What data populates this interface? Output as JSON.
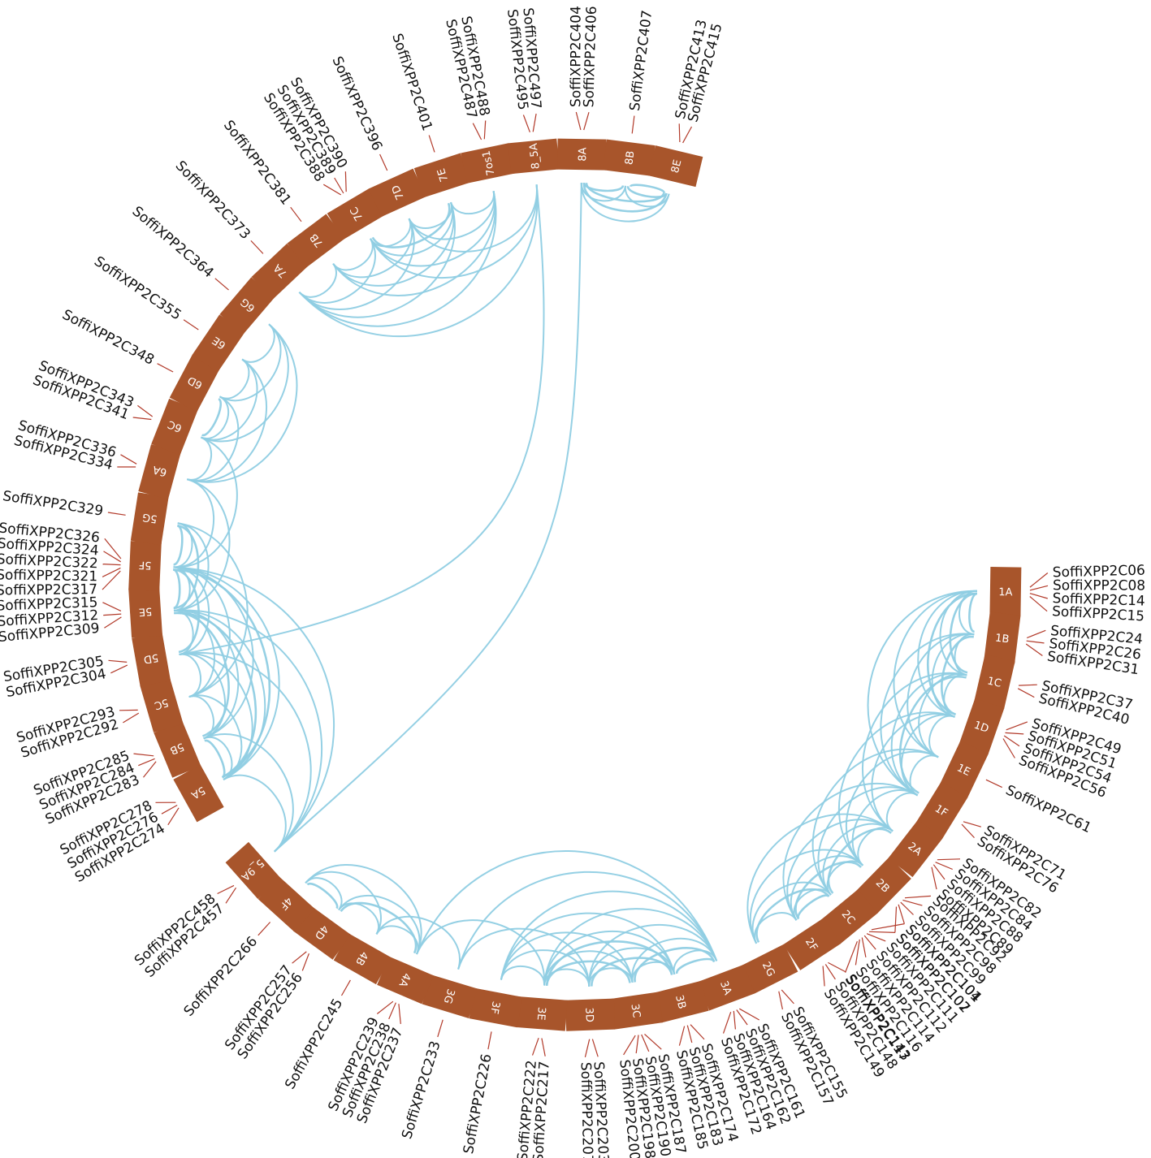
{
  "colors": {
    "block": "#a8552b",
    "link": "#8fcde3",
    "tick": "#b23a2a",
    "block_text": "#ffffff",
    "gene_text": "#111111"
  },
  "chart_data": {
    "type": "circos",
    "chromosomes": [
      {
        "name": "1A",
        "genes": [
          "SoffiXPP2C06",
          "SoffiXPP2C08",
          "SoffiXPP2C14",
          "SoffiXPP2C15"
        ]
      },
      {
        "name": "1B",
        "genes": [
          "SoffiXPP2C24",
          "SoffiXPP2C26",
          "SoffiXPP2C31"
        ]
      },
      {
        "name": "1C",
        "genes": [
          "SoffiXPP2C37",
          "SoffiXPP2C40"
        ]
      },
      {
        "name": "1D",
        "genes": [
          "SoffiXPP2C49",
          "SoffiXPP2C51",
          "SoffiXPP2C54",
          "SoffiXPP2C56"
        ]
      },
      {
        "name": "1E",
        "genes": [
          "SoffiXPP2C61"
        ]
      },
      {
        "name": "1F",
        "genes": [
          "SoffiXPP2C71",
          "SoffiXPP2C76"
        ]
      },
      {
        "name": "2A",
        "genes": [
          "SoffiXPP2C82",
          "SoffiXPP2C84",
          "SoffiXPP2C88",
          "SoffiXPP2C89"
        ]
      },
      {
        "name": "2B",
        "genes": [
          "SoffiXPP2C92",
          "SoffiXPP2C98",
          "SoffiXPP2C99",
          "SoffiXPP2C101",
          "SoffiXPP2C102"
        ]
      },
      {
        "name": "2C",
        "genes": [
          "SoffiXPP2C104",
          "SoffiXPP2C107",
          "SoffiXPP2C111",
          "SoffiXPP2C112",
          "SoffiXPP2C114",
          "SoffiXPP2C116",
          "SoffiXPP2C117"
        ]
      },
      {
        "name": "2F",
        "genes": [
          "SoffiXPP2C143",
          "SoffiXPP2C148",
          "SoffiXPP2C149"
        ]
      },
      {
        "name": "2G",
        "genes": [
          "SoffiXPP2C155",
          "SoffiXPP2C157"
        ]
      },
      {
        "name": "3A",
        "genes": [
          "SoffiXPP2C161",
          "SoffiXPP2C162",
          "SoffiXPP2C164",
          "SoffiXPP2C172"
        ]
      },
      {
        "name": "3B",
        "genes": [
          "SoffiXPP2C174",
          "SoffiXPP2C183",
          "SoffiXPP2C185"
        ]
      },
      {
        "name": "3C",
        "genes": [
          "SoffiXPP2C187",
          "SoffiXPP2C190",
          "SoffiXPP2C198",
          "SoffiXPP2C200"
        ]
      },
      {
        "name": "3D",
        "genes": [
          "SoffiXPP2C203",
          "SoffiXPP2C207"
        ]
      },
      {
        "name": "3E",
        "genes": [
          "SoffiXPP2C217",
          "SoffiXPP2C222"
        ]
      },
      {
        "name": "3F",
        "genes": [
          "SoffiXPP2C226"
        ]
      },
      {
        "name": "3G",
        "genes": [
          "SoffiXPP2C233"
        ]
      },
      {
        "name": "4A",
        "genes": [
          "SoffiXPP2C237",
          "SoffiXPP2C238",
          "SoffiXPP2C239"
        ]
      },
      {
        "name": "4B",
        "genes": [
          "SoffiXPP2C245"
        ]
      },
      {
        "name": "4D",
        "genes": [
          "SoffiXPP2C256",
          "SoffiXPP2C257"
        ]
      },
      {
        "name": "4F",
        "genes": [
          "SoffiXPP2C266"
        ]
      },
      {
        "name": "5_9A",
        "genes": [
          "SoffiXPP2C457",
          "SoffiXPP2C458"
        ]
      },
      {
        "name": "5A",
        "genes": [
          "SoffiXPP2C274",
          "SoffiXPP2C276",
          "SoffiXPP2C278"
        ]
      },
      {
        "name": "5B",
        "genes": [
          "SoffiXPP2C283",
          "SoffiXPP2C284",
          "SoffiXPP2C285"
        ]
      },
      {
        "name": "5C",
        "genes": [
          "SoffiXPP2C292",
          "SoffiXPP2C293"
        ]
      },
      {
        "name": "5D",
        "genes": [
          "SoffiXPP2C304",
          "SoffiXPP2C305"
        ]
      },
      {
        "name": "5E",
        "genes": [
          "SoffiXPP2C309",
          "SoffiXPP2C312",
          "SoffiXPP2C315"
        ]
      },
      {
        "name": "5F",
        "genes": [
          "SoffiXPP2C317",
          "SoffiXPP2C321",
          "SoffiXPP2C322",
          "SoffiXPP2C324",
          "SoffiXPP2C326"
        ]
      },
      {
        "name": "5G",
        "genes": [
          "SoffiXPP2C329"
        ]
      },
      {
        "name": "6A",
        "genes": [
          "SoffiXPP2C334",
          "SoffiXPP2C336"
        ]
      },
      {
        "name": "6C",
        "genes": [
          "SoffiXPP2C341",
          "SoffiXPP2C343"
        ]
      },
      {
        "name": "6D",
        "genes": [
          "SoffiXPP2C348"
        ]
      },
      {
        "name": "6E",
        "genes": [
          "SoffiXPP2C355"
        ]
      },
      {
        "name": "6G",
        "genes": [
          "SoffiXPP2C364"
        ]
      },
      {
        "name": "7A",
        "genes": [
          "SoffiXPP2C373"
        ]
      },
      {
        "name": "7B",
        "genes": [
          "SoffiXPP2C381"
        ]
      },
      {
        "name": "7C",
        "genes": [
          "SoffiXPP2C388",
          "SoffiXPP2C389",
          "SoffiXPP2C390"
        ]
      },
      {
        "name": "7D",
        "genes": [
          "SoffiXPP2C396"
        ]
      },
      {
        "name": "7E",
        "genes": [
          "SoffiXPP2C401"
        ]
      },
      {
        "name": "7os1",
        "genes": [
          "SoffiXPP2C487",
          "SoffiXPP2C488"
        ]
      },
      {
        "name": "8_5A",
        "genes": [
          "SoffiXPP2C495",
          "SoffiXPP2C497"
        ]
      },
      {
        "name": "8A",
        "genes": [
          "SoffiXPP2C404",
          "SoffiXPP2C406"
        ]
      },
      {
        "name": "8B",
        "genes": [
          "SoffiXPP2C407"
        ]
      },
      {
        "name": "8E",
        "genes": [
          "SoffiXPP2C413",
          "SoffiXPP2C415"
        ]
      }
    ],
    "links": [
      [
        "1A",
        "1B"
      ],
      [
        "1A",
        "1B"
      ],
      [
        "1A",
        "1C"
      ],
      [
        "1A",
        "1C"
      ],
      [
        "1A",
        "1D"
      ],
      [
        "1A",
        "1E"
      ],
      [
        "1A",
        "1F"
      ],
      [
        "1A",
        "1D"
      ],
      [
        "1B",
        "1C"
      ],
      [
        "1B",
        "1D"
      ],
      [
        "1B",
        "1F"
      ],
      [
        "1B",
        "1E"
      ],
      [
        "1B",
        "1D"
      ],
      [
        "1C",
        "1D"
      ],
      [
        "1C",
        "1E"
      ],
      [
        "1C",
        "1F"
      ],
      [
        "1C",
        "2A"
      ],
      [
        "1C",
        "1F"
      ],
      [
        "1D",
        "1E"
      ],
      [
        "1D",
        "1F"
      ],
      [
        "1D",
        "2A"
      ],
      [
        "1D",
        "2B"
      ],
      [
        "1E",
        "1F"
      ],
      [
        "1E",
        "2B"
      ],
      [
        "1E",
        "2C"
      ],
      [
        "1F",
        "2A"
      ],
      [
        "1F",
        "2B"
      ],
      [
        "1F",
        "2C"
      ],
      [
        "1F",
        "2F"
      ],
      [
        "2A",
        "2B"
      ],
      [
        "2A",
        "2C"
      ],
      [
        "2A",
        "2C"
      ],
      [
        "2A",
        "2F"
      ],
      [
        "2A",
        "2G"
      ],
      [
        "2B",
        "2C"
      ],
      [
        "2B",
        "2F"
      ],
      [
        "2B",
        "2G"
      ],
      [
        "2B",
        "2F"
      ],
      [
        "2C",
        "2F"
      ],
      [
        "2C",
        "2G"
      ],
      [
        "2C",
        "2F"
      ],
      [
        "2C",
        "2G"
      ],
      [
        "2F",
        "2G"
      ],
      [
        "3A",
        "3B"
      ],
      [
        "3A",
        "3B"
      ],
      [
        "3A",
        "3C"
      ],
      [
        "3A",
        "3C"
      ],
      [
        "3A",
        "3D"
      ],
      [
        "3A",
        "3E"
      ],
      [
        "3A",
        "3F"
      ],
      [
        "3A",
        "3G"
      ],
      [
        "3A",
        "4A"
      ],
      [
        "3B",
        "3C"
      ],
      [
        "3B",
        "3D"
      ],
      [
        "3B",
        "3E"
      ],
      [
        "3B",
        "3D"
      ],
      [
        "3B",
        "3F"
      ],
      [
        "3B",
        "3E"
      ],
      [
        "3C",
        "3D"
      ],
      [
        "3C",
        "3E"
      ],
      [
        "3C",
        "3F"
      ],
      [
        "3C",
        "3E"
      ],
      [
        "3D",
        "3E"
      ],
      [
        "3D",
        "3G"
      ],
      [
        "3D",
        "3F"
      ],
      [
        "3E",
        "4A"
      ],
      [
        "3E",
        "3F"
      ],
      [
        "3G",
        "4B"
      ],
      [
        "4A",
        "4B"
      ],
      [
        "4A",
        "4D"
      ],
      [
        "4A",
        "4F"
      ],
      [
        "4A",
        "4D"
      ],
      [
        "4B",
        "4D"
      ],
      [
        "4B",
        "4F"
      ],
      [
        "4D",
        "4F"
      ],
      [
        "4D",
        "4F"
      ],
      [
        "5A",
        "5B"
      ],
      [
        "5A",
        "5B"
      ],
      [
        "5A",
        "5C"
      ],
      [
        "5A",
        "5D"
      ],
      [
        "5A",
        "5E"
      ],
      [
        "5A",
        "5F"
      ],
      [
        "5A",
        "5E"
      ],
      [
        "5A",
        "5F"
      ],
      [
        "5B",
        "5C"
      ],
      [
        "5B",
        "5D"
      ],
      [
        "5B",
        "5E"
      ],
      [
        "5B",
        "5F"
      ],
      [
        "5B",
        "5E"
      ],
      [
        "5C",
        "5D"
      ],
      [
        "5C",
        "5E"
      ],
      [
        "5C",
        "5F"
      ],
      [
        "5D",
        "5E"
      ],
      [
        "5D",
        "5F"
      ],
      [
        "5D",
        "5F"
      ],
      [
        "5E",
        "5F"
      ],
      [
        "5E",
        "5F"
      ],
      [
        "5E",
        "5G"
      ],
      [
        "5E",
        "6A"
      ],
      [
        "5F",
        "5G"
      ],
      [
        "5F",
        "6A"
      ],
      [
        "5F",
        "5G"
      ],
      [
        "5_9A",
        "5A"
      ],
      [
        "5_9A",
        "5B"
      ],
      [
        "5_9A",
        "5E"
      ],
      [
        "5_9A",
        "5F"
      ],
      [
        "5_9A",
        "5D"
      ],
      [
        "5_9A",
        "8A"
      ],
      [
        "5D",
        "8_5A"
      ],
      [
        "5F",
        "6C"
      ],
      [
        "5C",
        "5G"
      ],
      [
        "5E",
        "5G"
      ],
      [
        "6A",
        "6C"
      ],
      [
        "6A",
        "6D"
      ],
      [
        "6A",
        "6E"
      ],
      [
        "6A",
        "6G"
      ],
      [
        "6C",
        "6D"
      ],
      [
        "6C",
        "6E"
      ],
      [
        "6C",
        "6G"
      ],
      [
        "6C",
        "6D"
      ],
      [
        "6D",
        "6E"
      ],
      [
        "6D",
        "6G"
      ],
      [
        "6E",
        "6G"
      ],
      [
        "7A",
        "7B"
      ],
      [
        "7A",
        "7C"
      ],
      [
        "7A",
        "7D"
      ],
      [
        "7A",
        "7E"
      ],
      [
        "7A",
        "7os1"
      ],
      [
        "7A",
        "8_5A"
      ],
      [
        "7B",
        "7C"
      ],
      [
        "7B",
        "7D"
      ],
      [
        "7B",
        "7E"
      ],
      [
        "7B",
        "7os1"
      ],
      [
        "7C",
        "7D"
      ],
      [
        "7C",
        "7E"
      ],
      [
        "7C",
        "7os1"
      ],
      [
        "7C",
        "8_5A"
      ],
      [
        "7C",
        "7E"
      ],
      [
        "7D",
        "7E"
      ],
      [
        "7D",
        "7os1"
      ],
      [
        "7E",
        "7os1"
      ],
      [
        "7D",
        "8_5A"
      ],
      [
        "8A",
        "8B"
      ],
      [
        "8A",
        "8E"
      ],
      [
        "8A",
        "8B"
      ],
      [
        "8A",
        "8E"
      ],
      [
        "8B",
        "8E"
      ],
      [
        "8B",
        "8E"
      ],
      [
        "8A",
        "8E"
      ],
      [
        "8B",
        "8E"
      ]
    ]
  }
}
